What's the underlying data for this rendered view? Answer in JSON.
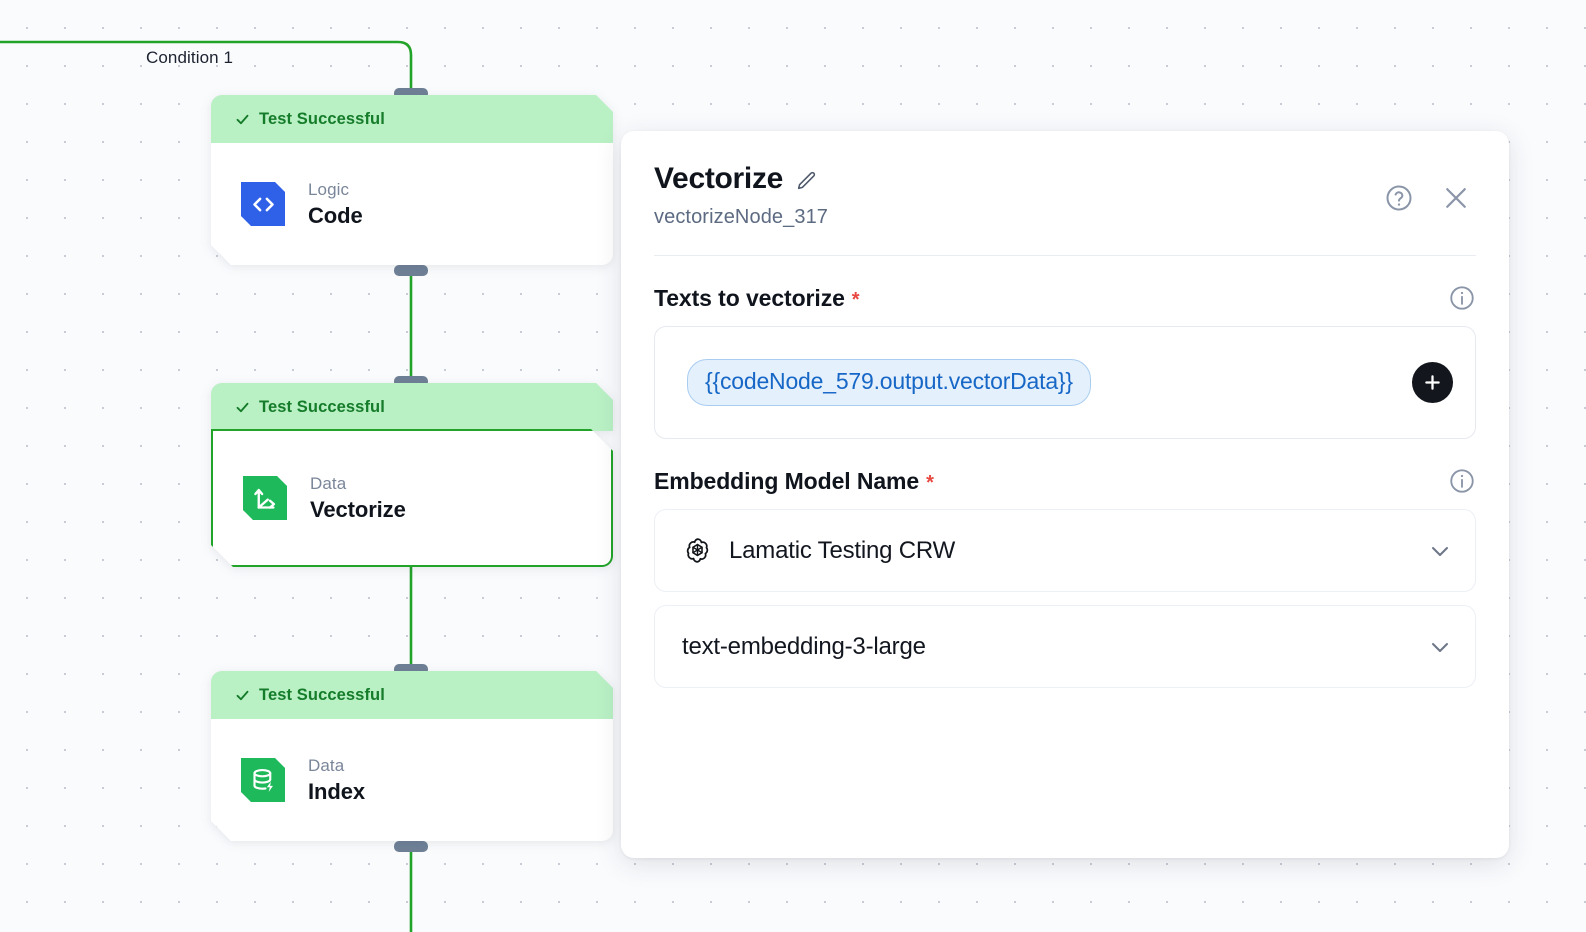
{
  "canvas": {
    "edge_label": "Condition 1",
    "edge_color": "#22a329",
    "nodes": [
      {
        "status": "Test Successful",
        "kind": "Logic",
        "title": "Code",
        "icon": "code-icon",
        "icon_color": "#2f61e8",
        "selected": false
      },
      {
        "status": "Test Successful",
        "kind": "Data",
        "title": "Vectorize",
        "icon": "vector-axis-icon",
        "icon_color": "#1eb95a",
        "selected": true
      },
      {
        "status": "Test Successful",
        "kind": "Data",
        "title": "Index",
        "icon": "database-bolt-icon",
        "icon_color": "#1eb95a",
        "selected": false
      }
    ]
  },
  "panel": {
    "title": "Vectorize",
    "subtitle": "vectorizeNode_317",
    "edit_icon": "pencil-icon",
    "help_icon": "help-circle-icon",
    "close_icon": "close-icon",
    "fields": {
      "texts": {
        "label": "Texts to vectorize",
        "required_marker": "*",
        "token": "{{codeNode_579.output.vectorData}}",
        "add_label": "+",
        "info_icon": "info-icon"
      },
      "embedding": {
        "label": "Embedding Model Name",
        "required_marker": "*",
        "info_icon": "info-icon",
        "provider_value": "Lamatic Testing CRW",
        "provider_icon": "openai-logo-icon",
        "model_value": "text-embedding-3-large",
        "chevron_icon": "chevron-down-icon"
      }
    }
  }
}
